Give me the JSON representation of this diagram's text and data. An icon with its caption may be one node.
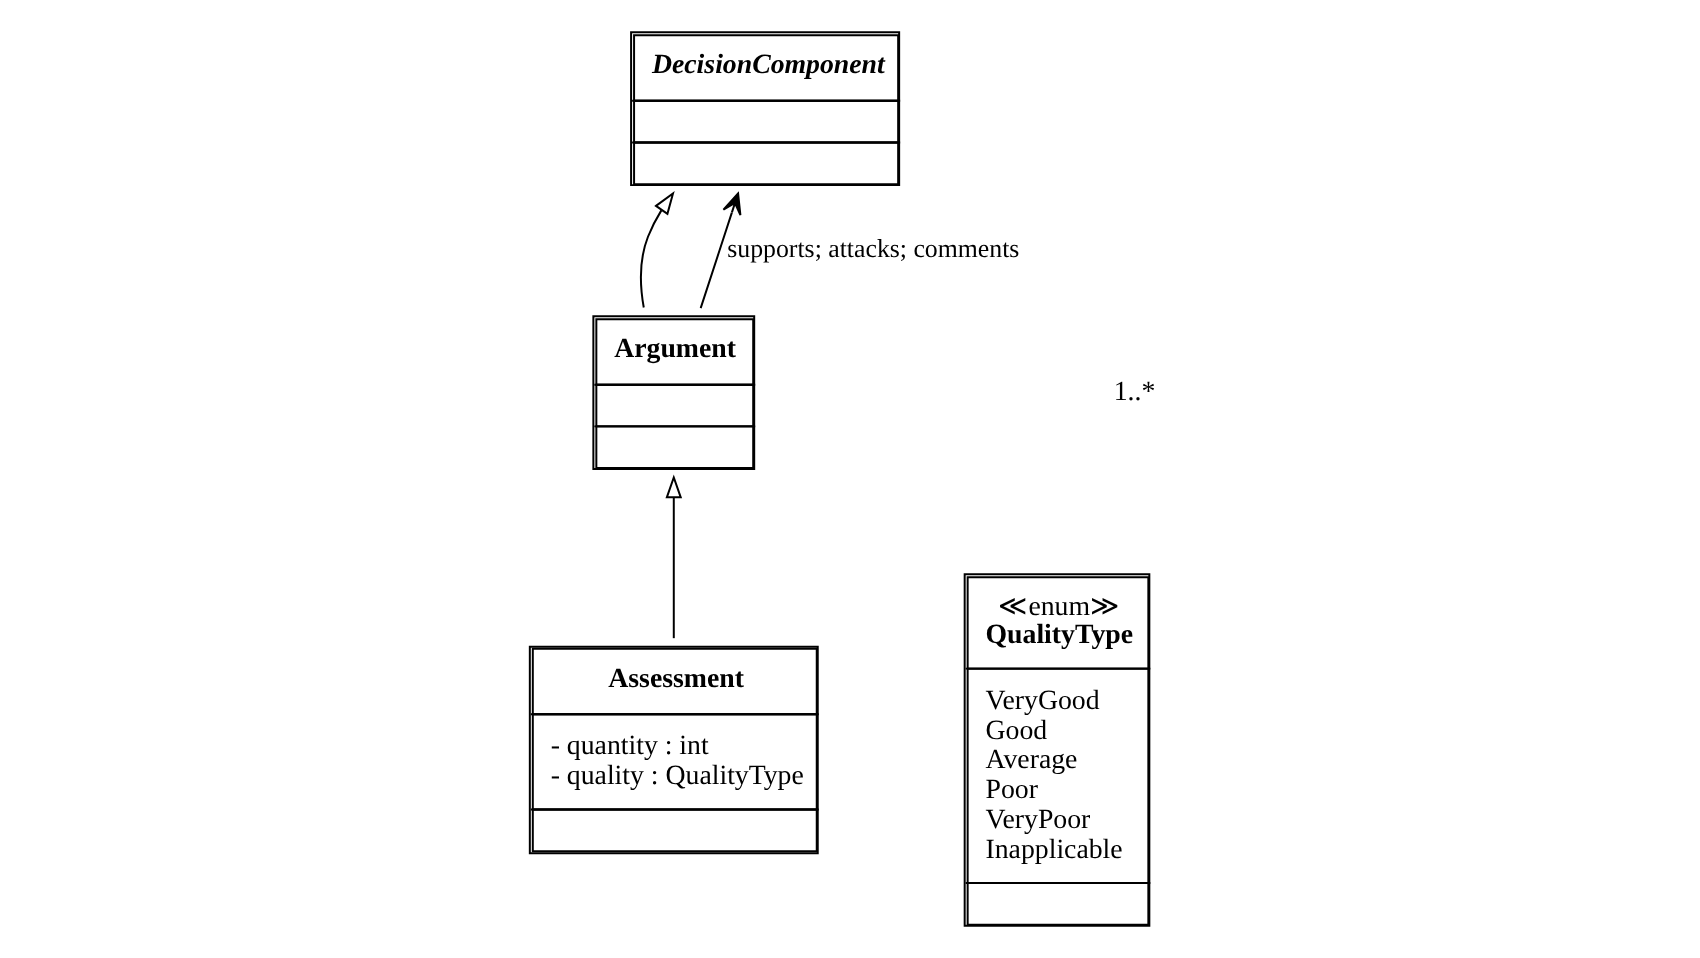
{
  "diagram": {
    "nodes": [
      {
        "text": [
          "DecisionComponent"
        ]
      },
      {
        "text": [
          "Argument"
        ]
      },
      {
        "text": [
          "Assessment",
          "- quantity : int",
          "- quality : QualityType"
        ]
      },
      {
        "text": [
          "≪enum≫",
          "QualityType",
          "VeryGood",
          "Good",
          "Average",
          "Poor",
          "VeryPoor",
          "Inapplicable"
        ]
      }
    ],
    "edges": [
      {
        "from": 1,
        "to": 0,
        "arrow": "to"
      },
      {
        "from": 2,
        "to": 1,
        "arrow": "to"
      },
      {
        "from": 1,
        "to": 0,
        "arrow": "to",
        "label": "supports; attacks; comments"
      }
    ],
    "labels": [
      "1..*"
    ]
  }
}
